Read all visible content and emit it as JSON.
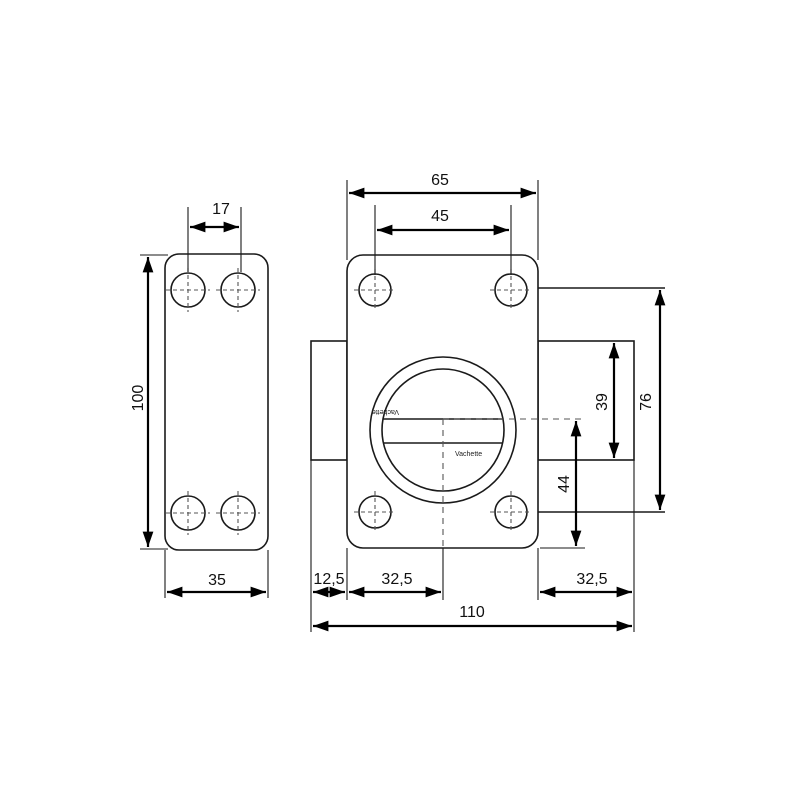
{
  "dimensions": {
    "plate_hole_spacing": "17",
    "plate_height": "100",
    "plate_width": "35",
    "body_width": "65",
    "body_hole_spacing": "45",
    "bolt_height": "39",
    "bolt_travel_height": "76",
    "axis_to_bottom": "44",
    "cylinder_offset": "12,5",
    "axis_offset_left": "32,5",
    "bolt_projection": "32,5",
    "overall_length": "110"
  },
  "brand": "Vachette"
}
